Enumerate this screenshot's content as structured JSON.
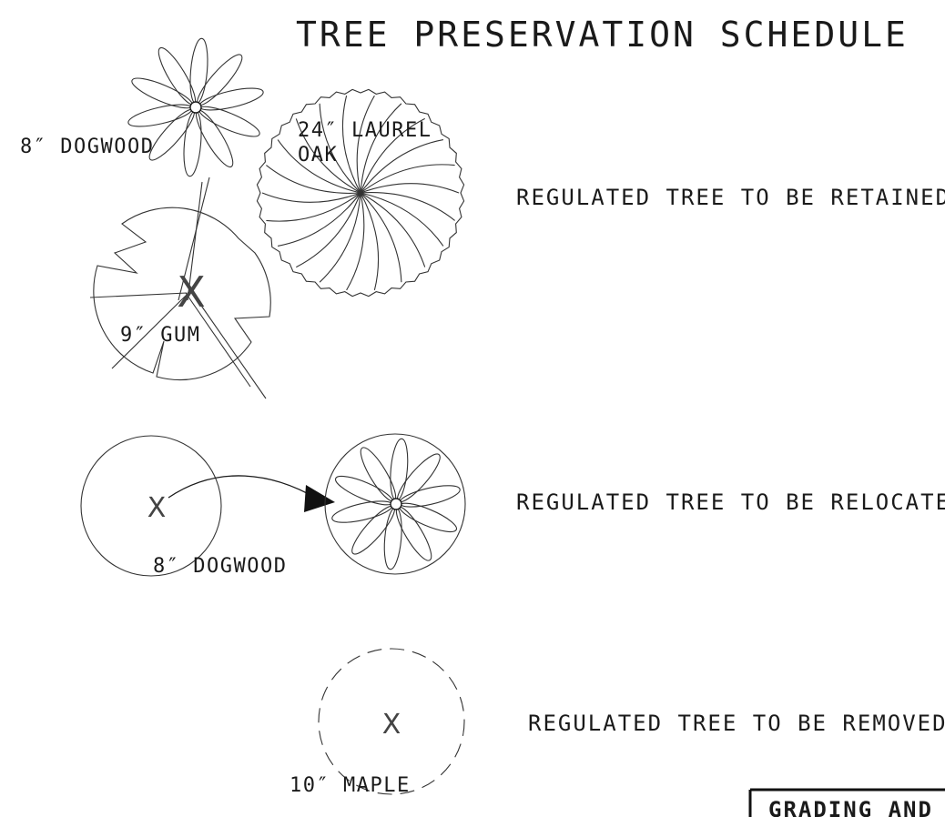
{
  "title": "TREE PRESERVATION SCHEDULE",
  "symbols": {
    "dogwood_small": "8″ DOGWOOD",
    "laurel_oak_line1": "24″ LAUREL",
    "laurel_oak_line2": "OAK",
    "gum": "9″ GUM",
    "dogwood_relocate": "8″ DOGWOOD",
    "maple": "10″ MAPLE",
    "x_mark": "X"
  },
  "legend": {
    "retained": "REGULATED TREE TO BE RETAINED",
    "relocated": "REGULATED TREE TO BE RELOCATED",
    "removed": "REGULATED TREE TO BE REMOVED"
  },
  "footer_box_label": "GRADING AND D"
}
